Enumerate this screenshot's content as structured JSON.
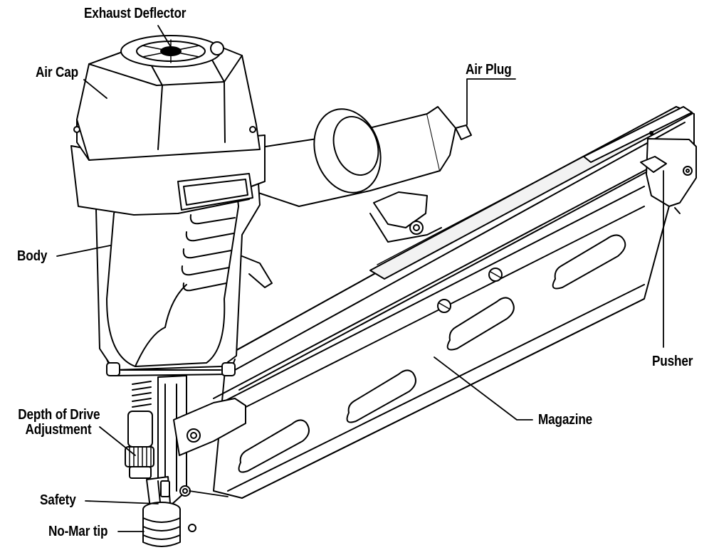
{
  "labels": {
    "exhaust_deflector": "Exhaust Deflector",
    "air_cap": "Air Cap",
    "air_plug": "Air Plug",
    "body": "Body",
    "pusher": "Pusher",
    "magazine": "Magazine",
    "depth_of_drive_line1": "Depth of Drive",
    "depth_of_drive_line2": "Adjustment",
    "safety": "Safety",
    "no_mar_tip": "No-Mar tip"
  },
  "colors": {
    "ink": "#000000",
    "tool_fill": "#ffffff",
    "shade": "#e9e9e9"
  }
}
